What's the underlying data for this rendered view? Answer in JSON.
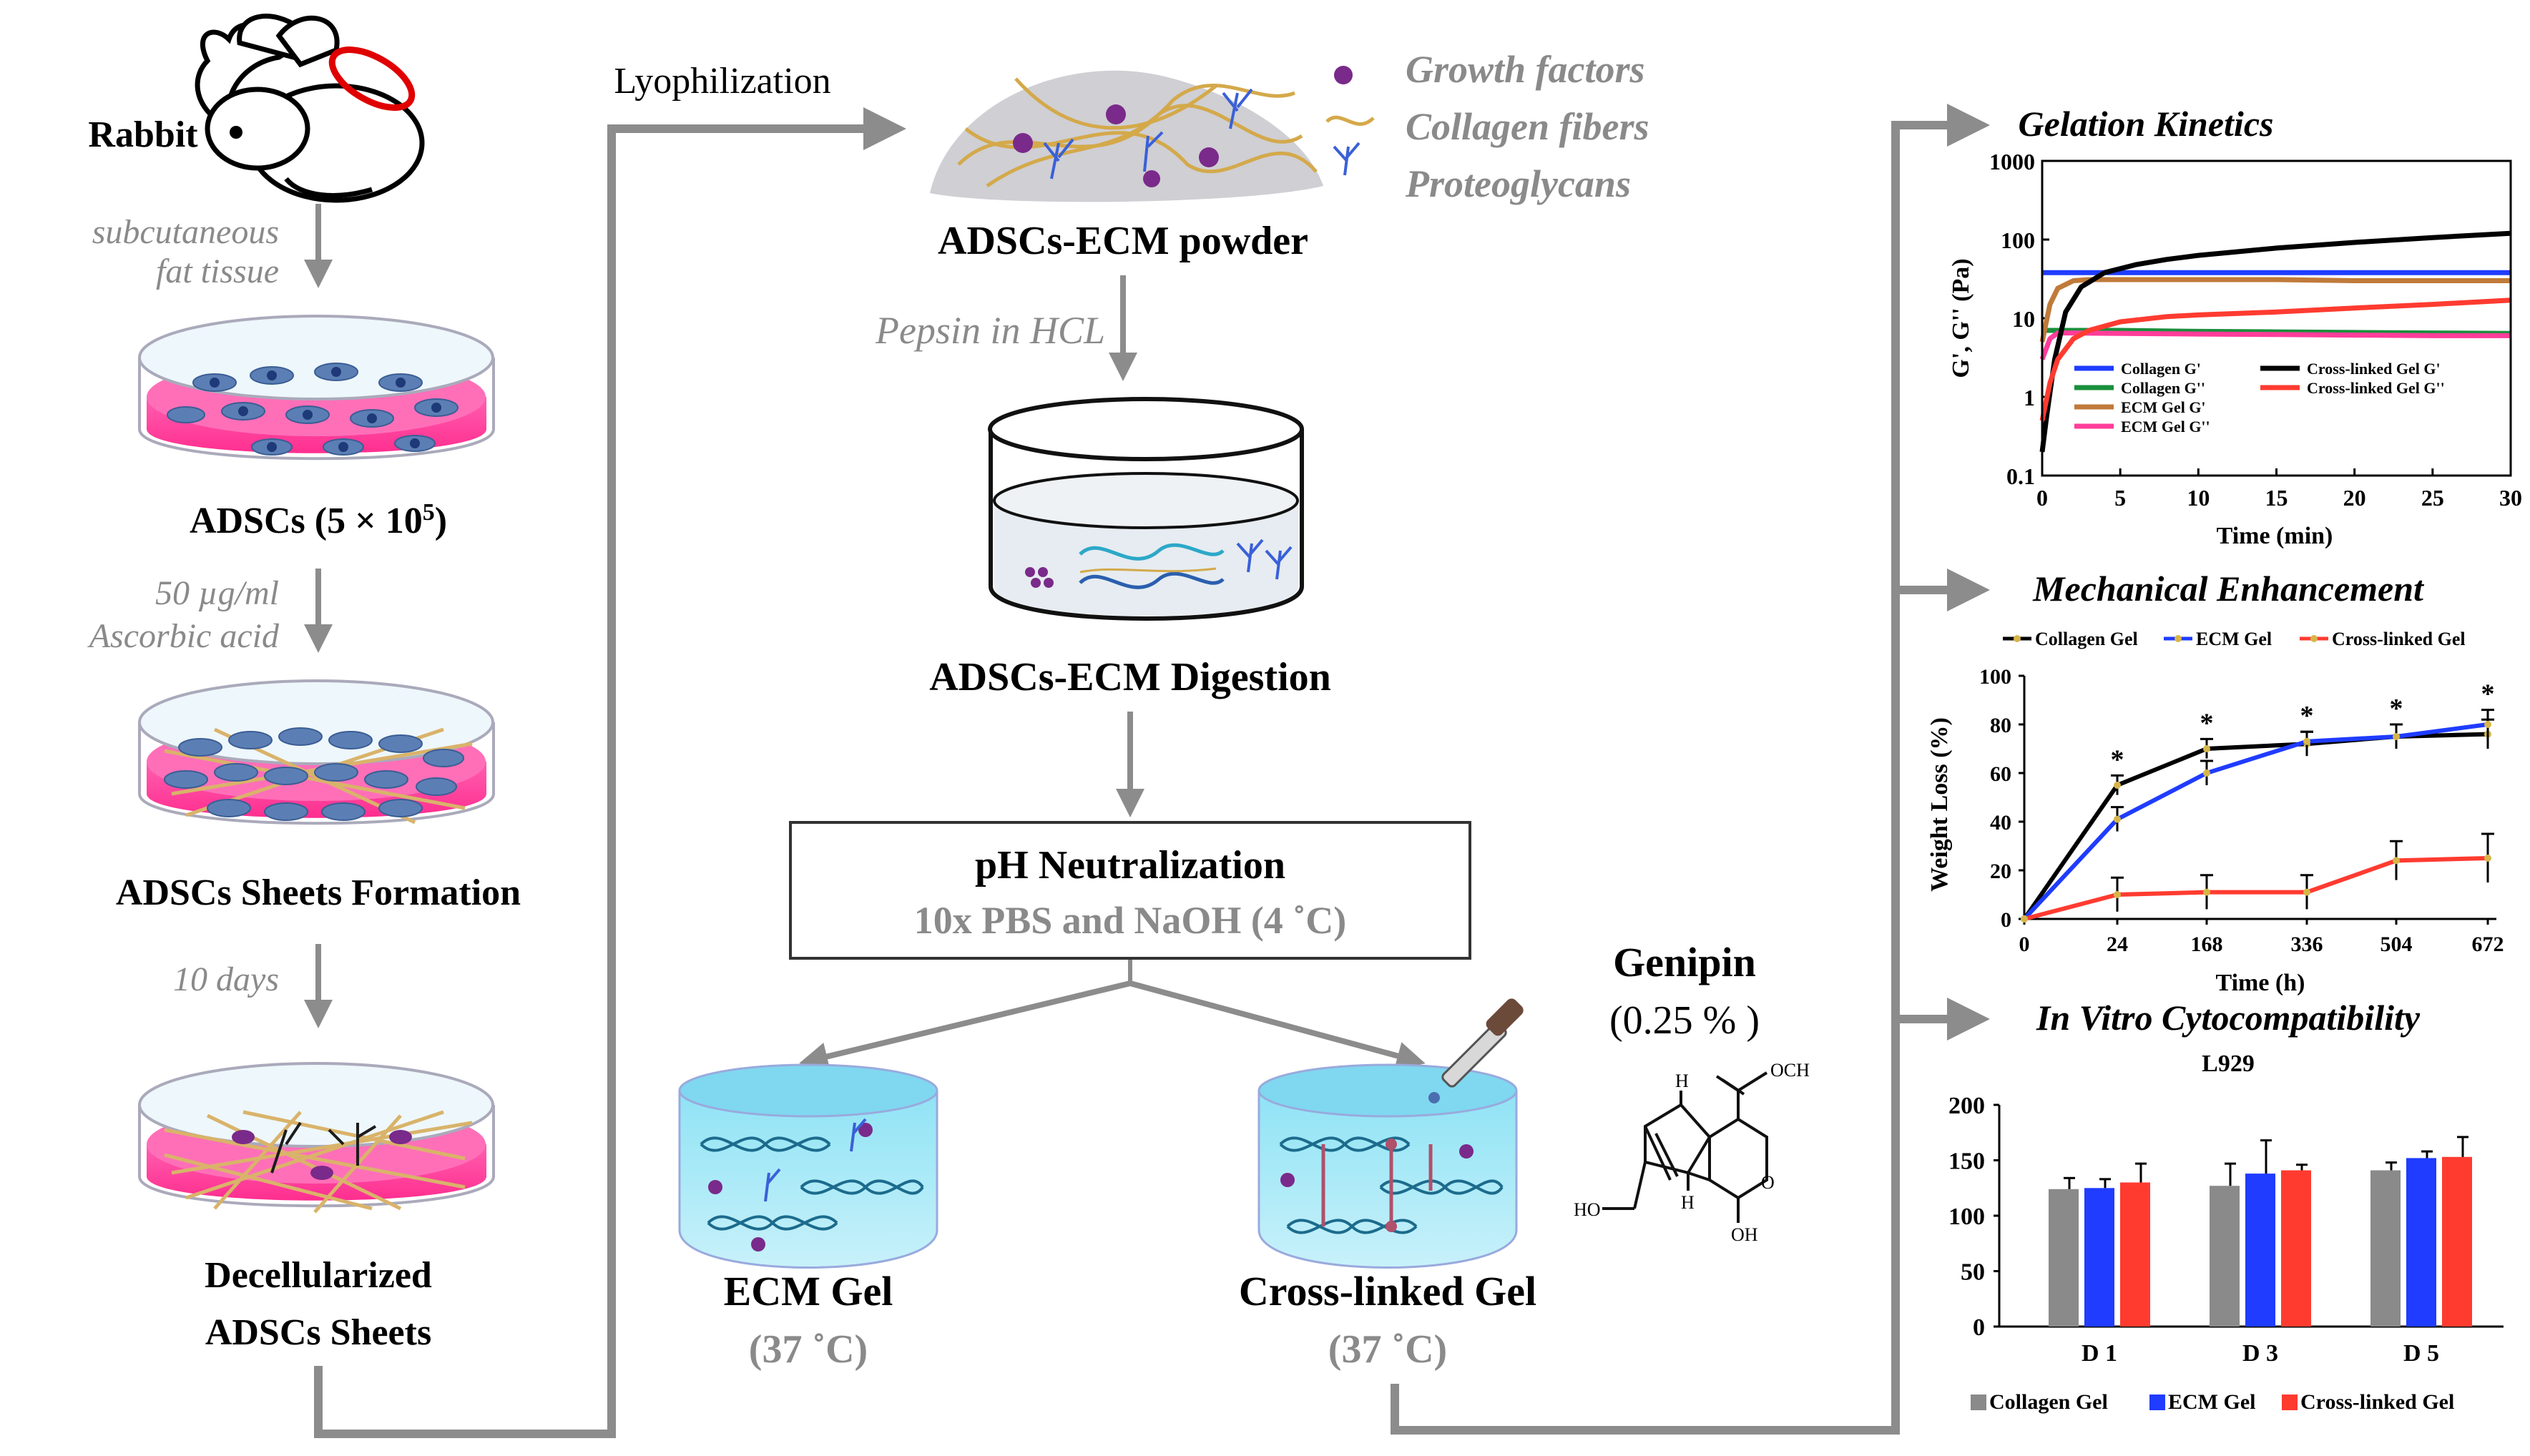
{
  "left_column": {
    "rabbit_label": "Rabbit",
    "step1_line1": "subcutaneous",
    "step1_line2": "fat tissue",
    "adscs_label": "ADSCs (5 × 10",
    "adscs_sup": "5",
    "adscs_close": ")",
    "step2_line1": "50 µg/ml",
    "step2_line2": "Ascorbic acid",
    "sheets_label": "ADSCs Sheets Formation",
    "step3": "10 days",
    "decell_line1": "Decellularized",
    "decell_line2": "ADSCs Sheets"
  },
  "middle_column": {
    "lyophilization": "Lyophilization",
    "powder_label": "ADSCs-ECM powder",
    "legend": [
      "Growth factors",
      "Collagen fibers",
      "Proteoglycans"
    ],
    "pepsin": "Pepsin in HCL",
    "digestion_label": "ADSCs-ECM Digestion",
    "neutralization_title": "pH Neutralization",
    "neutralization_sub": "10x PBS and NaOH (4 ˚C)",
    "ecm_gel_label": "ECM Gel",
    "ecm_gel_temp": "(37 ˚C)",
    "crosslinked_label": "Cross-linked Gel",
    "crosslinked_temp": "(37 ˚C)",
    "genipin_label": "Genipin",
    "genipin_conc": "(0.25 % )",
    "molecule": {
      "och3": "OCH",
      "h_top": "H",
      "o_ring": "O",
      "ho": "HO",
      "h_bottom": "H",
      "oh": "OH"
    }
  },
  "colors": {
    "arrow_gray": "#8c8c8c",
    "pink": "#ff3d9a",
    "blue": "#1f3cff",
    "green": "#1a8f3c",
    "brown": "#c07a3a",
    "red": "#ff3b30",
    "black": "#000000",
    "collagen_bar": "#8a8a8a"
  },
  "chart_data": [
    {
      "type": "line",
      "title": "Gelation Kinetics",
      "xlabel": "Time (min)",
      "ylabel": "G', G'' (Pa)",
      "yscale": "log",
      "ylim": [
        0.1,
        1000
      ],
      "xlim": [
        0,
        30
      ],
      "xticks": [
        "0",
        "5",
        "10",
        "15",
        "20",
        "25",
        "30"
      ],
      "yticks": [
        "0.1",
        "1",
        "10",
        "100",
        "1000"
      ],
      "legend_position": "center-left",
      "series": [
        {
          "name": "Collagen G'",
          "color": "#1f3cff",
          "x": [
            0,
            1,
            2,
            5,
            10,
            15,
            20,
            25,
            30
          ],
          "values": [
            38,
            38,
            38,
            38,
            38,
            38,
            38,
            38,
            38
          ]
        },
        {
          "name": "Collagen G''",
          "color": "#1a8f3c",
          "x": [
            0,
            1,
            2,
            5,
            10,
            15,
            20,
            25,
            30
          ],
          "values": [
            7,
            7,
            7,
            7,
            6.8,
            6.7,
            6.6,
            6.5,
            6.4
          ]
        },
        {
          "name": "ECM Gel G'",
          "color": "#c07a3a",
          "x": [
            0,
            0.5,
            1,
            2,
            3,
            5,
            10,
            15,
            20,
            25,
            30
          ],
          "values": [
            5,
            15,
            24,
            30,
            31,
            31,
            31,
            31,
            30,
            30,
            30
          ]
        },
        {
          "name": "ECM Gel G''",
          "color": "#ff3d9a",
          "x": [
            0,
            0.5,
            1,
            2,
            5,
            10,
            15,
            20,
            25,
            30
          ],
          "values": [
            3,
            5.5,
            6.5,
            6.5,
            6.4,
            6.3,
            6.2,
            6.1,
            6,
            6
          ]
        },
        {
          "name": "Cross-linked Gel G'",
          "color": "#000000",
          "x": [
            0,
            0.3,
            0.8,
            1.5,
            2.5,
            4,
            6,
            8,
            10,
            15,
            20,
            25,
            30
          ],
          "values": [
            0.2,
            0.6,
            3,
            12,
            25,
            38,
            48,
            56,
            63,
            78,
            92,
            106,
            120
          ]
        },
        {
          "name": "Cross-linked Gel G''",
          "color": "#ff3b30",
          "x": [
            0,
            0.5,
            1,
            2,
            3,
            5,
            8,
            10,
            15,
            20,
            25,
            30
          ],
          "values": [
            0.5,
            1.5,
            3,
            5.5,
            7,
            9,
            10.5,
            11,
            12,
            13.5,
            15,
            17
          ]
        }
      ]
    },
    {
      "type": "line",
      "title": "Mechanical Enhancement",
      "xlabel": "Time (h)",
      "ylabel": "Weight Loss (%)",
      "categories": [
        "0",
        "24",
        "168",
        "336",
        "504",
        "672"
      ],
      "ylim": [
        0,
        100
      ],
      "yticks": [
        "0",
        "20",
        "40",
        "60",
        "80",
        "100"
      ],
      "legend_position": "top",
      "significance": [
        "",
        "*",
        "*",
        "*",
        "*",
        "*"
      ],
      "series": [
        {
          "name": "Collagen Gel",
          "color": "#000000",
          "values": [
            0,
            55,
            70,
            72,
            75,
            76
          ],
          "errors": [
            0,
            4,
            4,
            5,
            5,
            6
          ]
        },
        {
          "name": "ECM Gel",
          "color": "#1f3cff",
          "values": [
            0,
            41,
            60,
            73,
            75,
            80
          ],
          "errors": [
            0,
            5,
            5,
            4,
            5,
            6
          ]
        },
        {
          "name": "Cross-linked Gel",
          "color": "#ff3b30",
          "values": [
            0,
            10,
            11,
            11,
            24,
            25
          ],
          "errors": [
            0,
            7,
            7,
            7,
            8,
            10
          ]
        }
      ]
    },
    {
      "type": "bar",
      "title": "In Vitro Cytocompatibility",
      "subtitle": "L929",
      "categories": [
        "D 1",
        "D 3",
        "D 5"
      ],
      "ylim": [
        0,
        200
      ],
      "yticks": [
        "0",
        "50",
        "100",
        "150",
        "200"
      ],
      "legend_position": "bottom",
      "series": [
        {
          "name": "Collagen Gel",
          "color": "#8a8a8a",
          "values": [
            124,
            127,
            141
          ],
          "errors": [
            10,
            20,
            7
          ]
        },
        {
          "name": "ECM Gel",
          "color": "#1f3cff",
          "values": [
            125,
            138,
            152
          ],
          "errors": [
            8,
            30,
            6
          ]
        },
        {
          "name": "Cross-linked Gel",
          "color": "#ff3b30",
          "values": [
            130,
            141,
            153
          ],
          "errors": [
            17,
            5,
            18
          ]
        }
      ]
    }
  ]
}
